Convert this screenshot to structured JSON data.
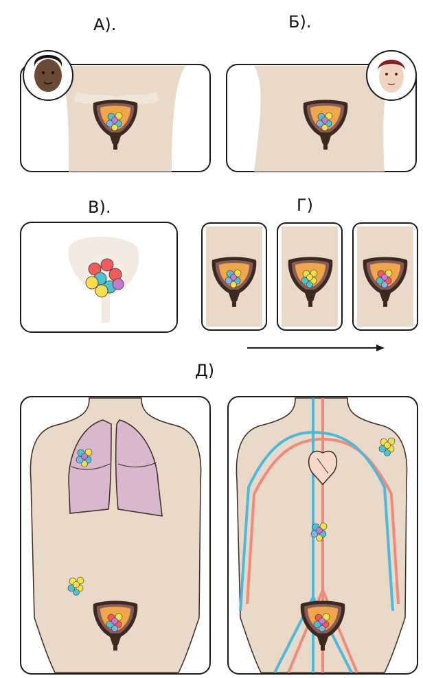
{
  "labels": {
    "a": "А).",
    "b": "Б).",
    "v": "В).",
    "g": "Г)",
    "d": "Д)"
  },
  "colors": {
    "panel_border": "#1a1a1a",
    "body_fill": "#e8d9c8",
    "bladder_outer": "#3a2a22",
    "bladder_inner": "#f0a64a",
    "bladder_wall": "#8a5a56",
    "lung_fill": "#d9b7cf",
    "artery": "#f08a7a",
    "vein": "#4fb8d8",
    "cell_colors": [
      "#f15b5b",
      "#f3e04a",
      "#4cc3d3",
      "#7fb6e8",
      "#c57ad1"
    ]
  },
  "icons": {
    "male_avatar": "male-face-icon",
    "female_avatar": "female-face-icon",
    "heart": "heart-icon",
    "arrow": "time-arrow-icon"
  }
}
